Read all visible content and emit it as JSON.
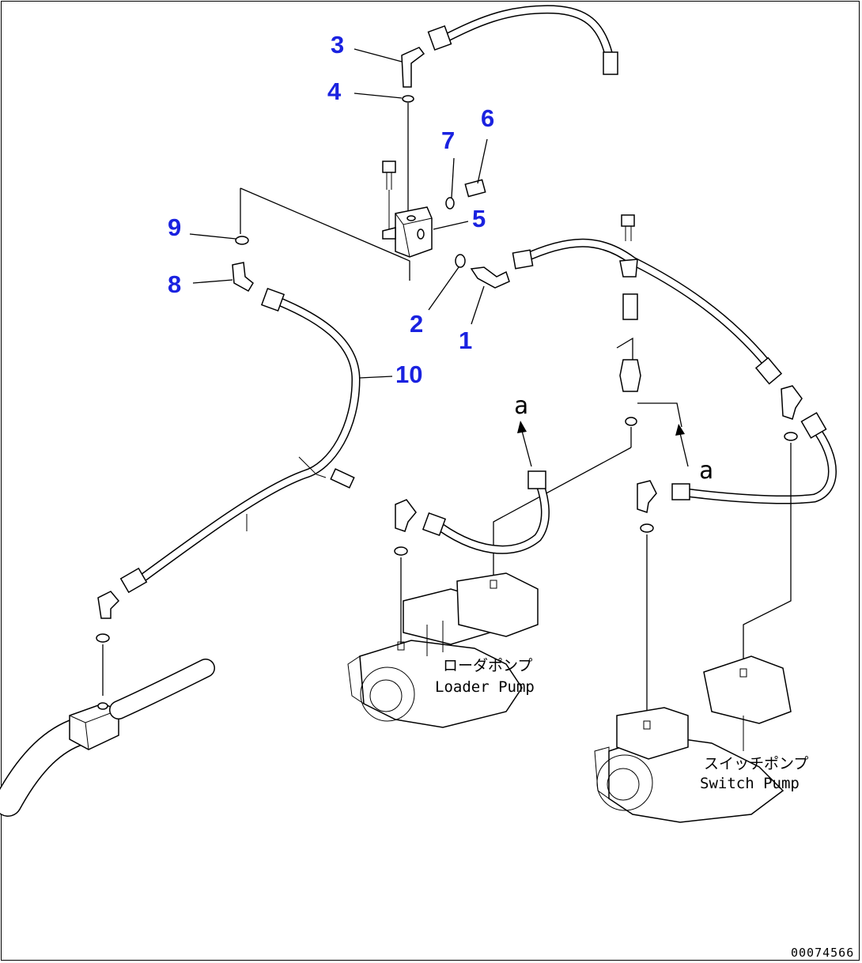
{
  "callouts": [
    "3",
    "4",
    "7",
    "6",
    "5",
    "9",
    "8",
    "2",
    "1",
    "10"
  ],
  "labels": {
    "loader_pump_jp": "ローダポンプ",
    "loader_pump_en": "Loader Pump",
    "switch_pump_jp": "スイッチポンプ",
    "switch_pump_en": "Switch Pump"
  },
  "markers": [
    "a",
    "a"
  ],
  "doc_number": "00074566"
}
